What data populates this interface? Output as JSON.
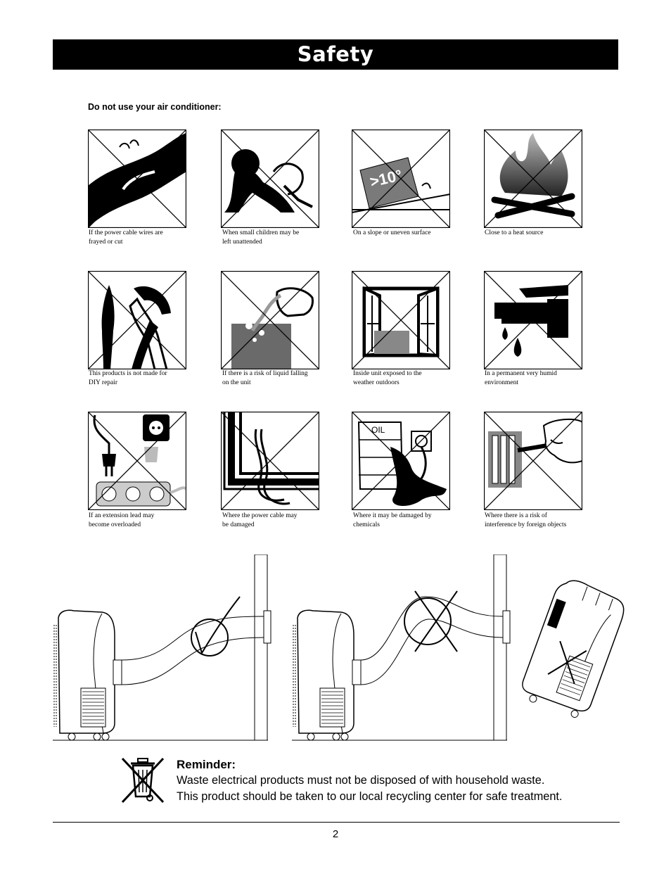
{
  "header": {
    "title": "Safety"
  },
  "intro": "Do not use your air conditioner:",
  "warnings": [
    {
      "line1": "If the power cable wires are",
      "line2": "frayed or cut",
      "icon": "frayed-cable-icon"
    },
    {
      "line1": "When small children may be",
      "line2": "left unattended",
      "icon": "child-icon"
    },
    {
      "line1": "On a slope or uneven surface",
      "line2": "",
      "icon": "slope-icon",
      "badge": ">10°"
    },
    {
      "line1": "Close to a heat source",
      "line2": "",
      "icon": "fire-icon"
    },
    {
      "line1": "This products is not made for",
      "line2": "DIY repair",
      "icon": "tools-icon"
    },
    {
      "line1": "If there is a risk of liquid falling",
      "line2": "on the unit",
      "icon": "liquid-icon"
    },
    {
      "line1": "Inside unit exposed to the",
      "line2": "weather outdoors",
      "icon": "window-icon"
    },
    {
      "line1": "In a permanent very humid",
      "line2": "environment",
      "icon": "tap-icon"
    },
    {
      "line1": "If an extension lead may",
      "line2": "become overloaded",
      "icon": "extension-lead-icon"
    },
    {
      "line1": "Where the power cable may",
      "line2": "be damaged",
      "icon": "damaged-cable-icon"
    },
    {
      "line1": "Where it may be damaged by",
      "line2": "chemicals",
      "icon": "chemicals-icon",
      "badge": "OIL"
    },
    {
      "line1": "Where there is a risk of",
      "line2": "interference by foreign objects",
      "icon": "foreign-objects-icon"
    }
  ],
  "reminder": {
    "title": "Reminder:",
    "line1": "Waste electrical products must not be disposed of with household waste.",
    "line2": "This product should be taken to our local recycling center for safe treatment."
  },
  "footer": {
    "page_number": "2"
  }
}
